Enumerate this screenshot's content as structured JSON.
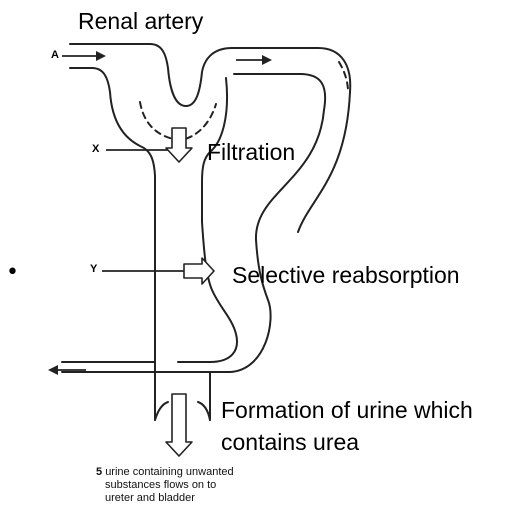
{
  "labels": {
    "renal_artery": "Renal artery",
    "filtration": "Filtration",
    "selective_reabsorption": "Selective reabsorption",
    "formation_line1": "Formation of urine which",
    "formation_line2": "contains urea"
  },
  "markers": {
    "a": "A",
    "x": "X",
    "y": "Y"
  },
  "caption": {
    "number": "5",
    "line1": "urine containing unwanted",
    "line2": "substances flows on to",
    "line3": "ureter and bladder"
  },
  "bullet": "•"
}
